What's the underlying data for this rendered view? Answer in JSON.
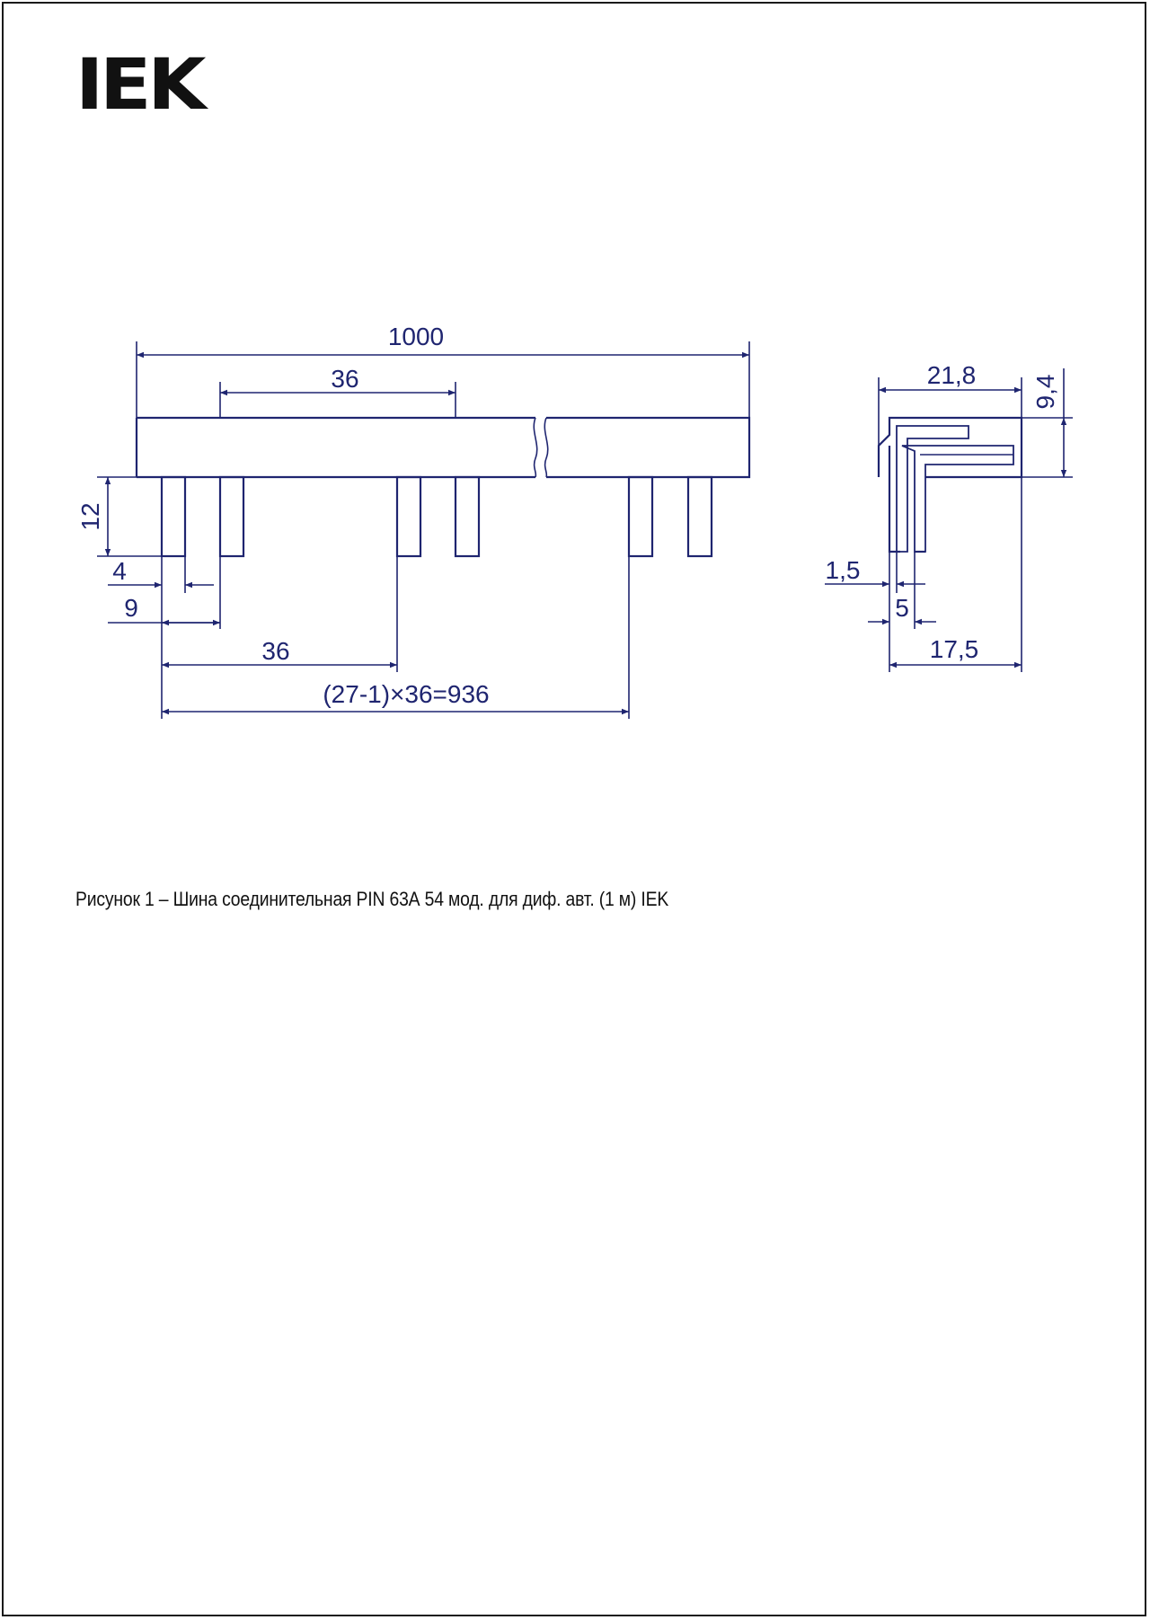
{
  "logo": {
    "text": "IEK"
  },
  "dimensions": {
    "overall_length": "1000",
    "pin_pitch_top": "36",
    "pin_height": "12",
    "pin_width": "4",
    "pin_offset": "9",
    "pin_pitch_bottom": "36",
    "total_pitch": "(27-1)×36=936",
    "profile_width": "21,8",
    "profile_height": "9,4",
    "wall_thickness": "1,5",
    "pin_gap": "5",
    "pin_depth": "17,5"
  },
  "caption": {
    "text": "Рисунок 1  – Шина соединительная PIN 63А 54 мод. для диф. авт. (1 м) IEK"
  },
  "colors": {
    "line": "#1f2570",
    "text": "#1f2570",
    "frame": "#1a1a1a"
  }
}
